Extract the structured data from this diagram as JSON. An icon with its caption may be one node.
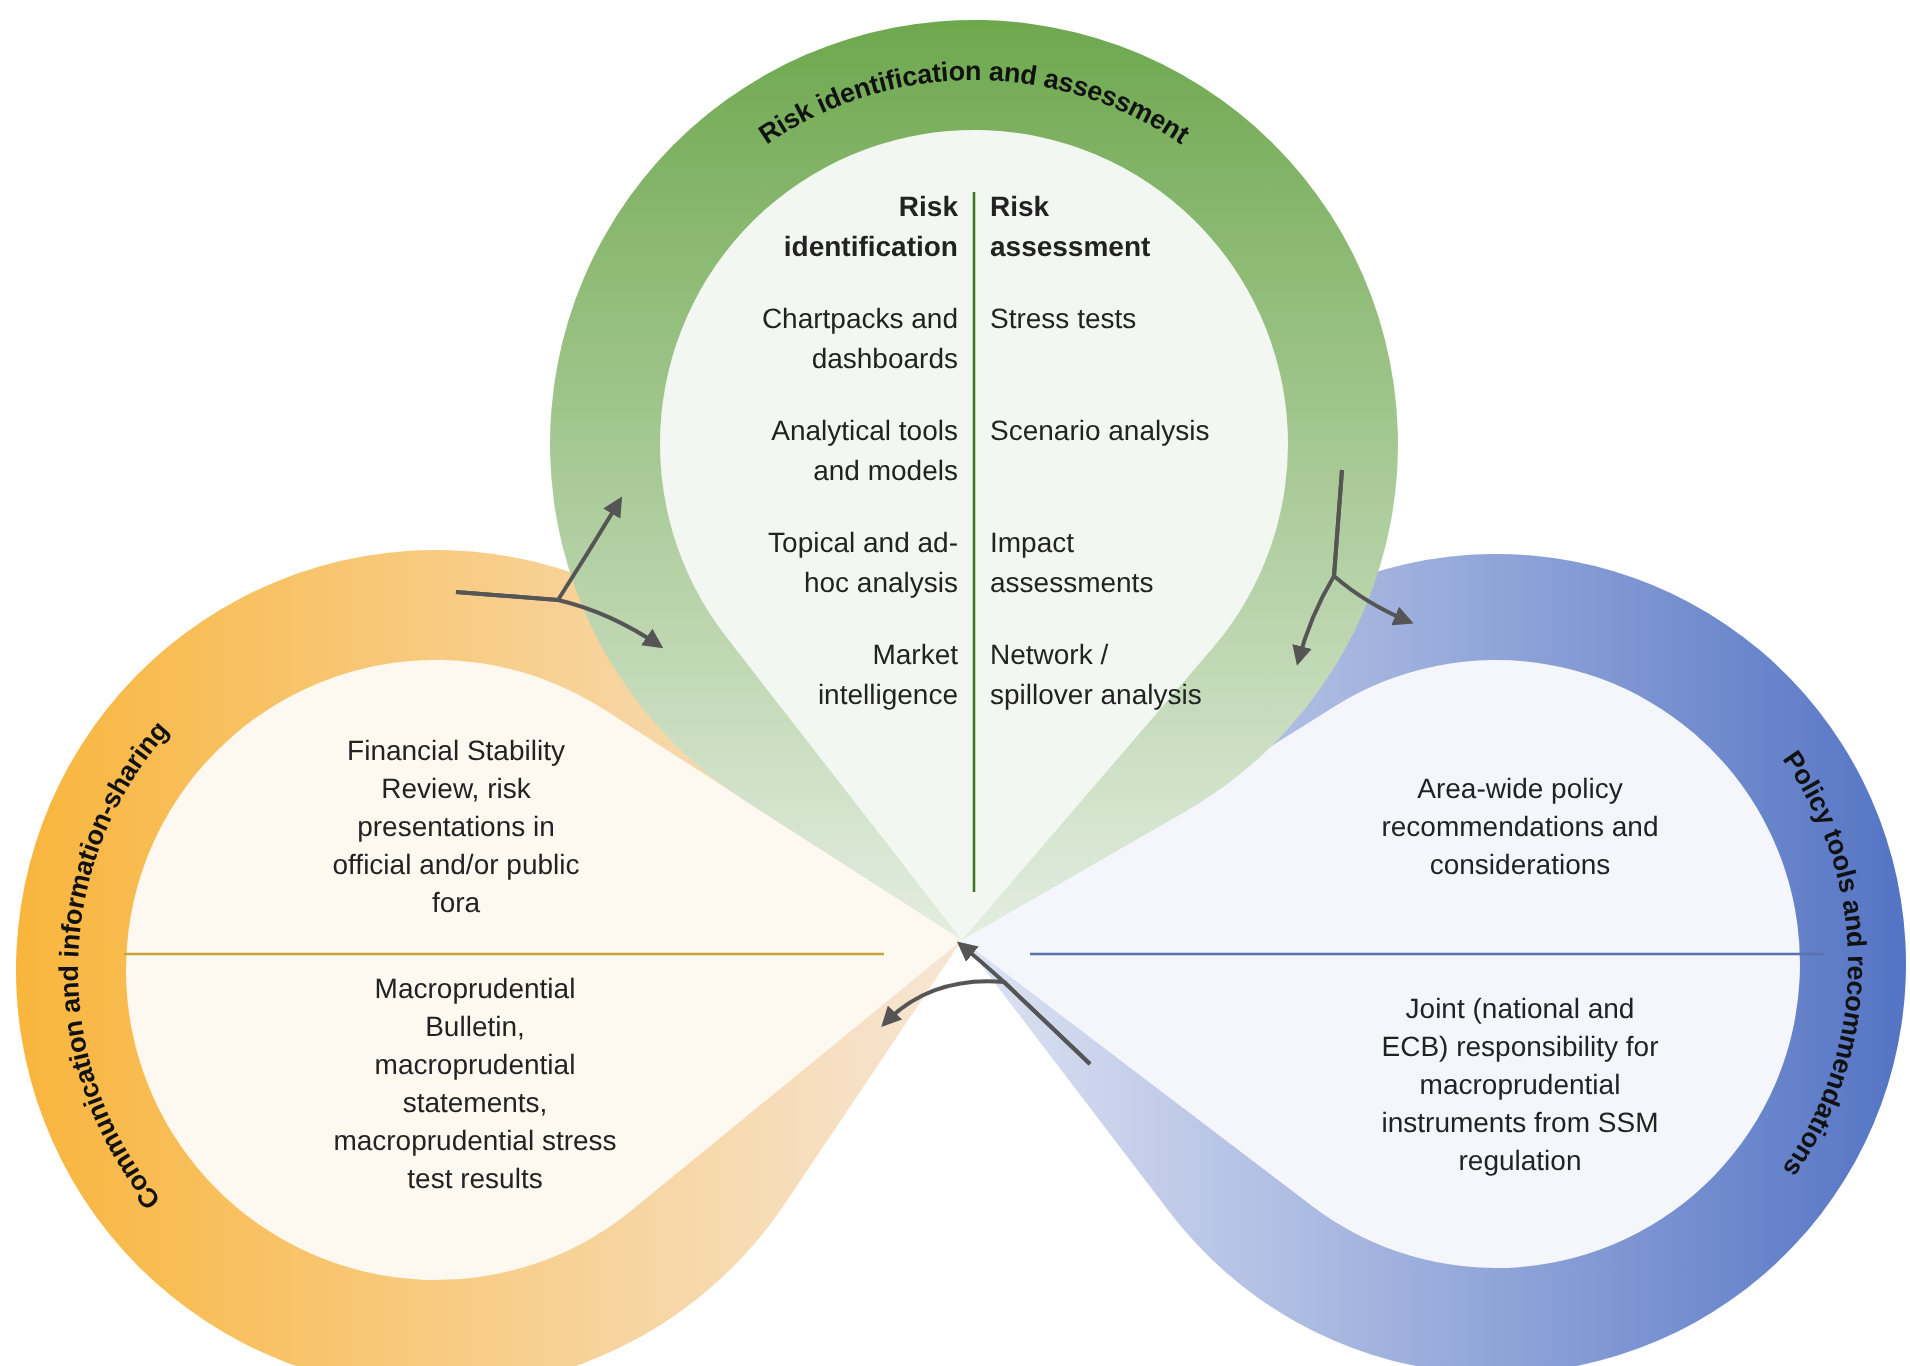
{
  "diagram": {
    "nodes": [
      {
        "text": [
          "Communication and information-sharing",
          "Financial Stability Review, risk presentations in official and/or public fora",
          "Macroprudential Bulletin, macroprudential statements, macroprudential stress test results"
        ]
      },
      {
        "text": [
          "Area-wide policy recommendations and considerations",
          "Joint (national and ECB) responsibility for macroprudential instruments from SSM regulation",
          "Policy tools and recommendations"
        ]
      },
      {
        "text": [
          "Risk identification and assessment",
          "Risk identification",
          "Risk assessment",
          "Chartpacks and dashboards",
          "Stress tests",
          "Analytical tools and models",
          "Scenario analysis",
          "Topical and ad-hoc analysis",
          "Impact assessments",
          "Market intelligence",
          "Network / spillover analysis"
        ]
      }
    ],
    "edges": [
      {
        "from": 0,
        "to": 2,
        "arrow": "to"
      },
      {
        "from": 0,
        "to": 2,
        "arrow": "to"
      },
      {
        "from": 2,
        "to": 1,
        "arrow": "to"
      },
      {
        "from": 2,
        "to": 1,
        "arrow": "to"
      },
      {
        "from": 1,
        "to": 2,
        "arrow": "to"
      },
      {
        "from": 1,
        "to": 0,
        "arrow": "to"
      }
    ]
  }
}
